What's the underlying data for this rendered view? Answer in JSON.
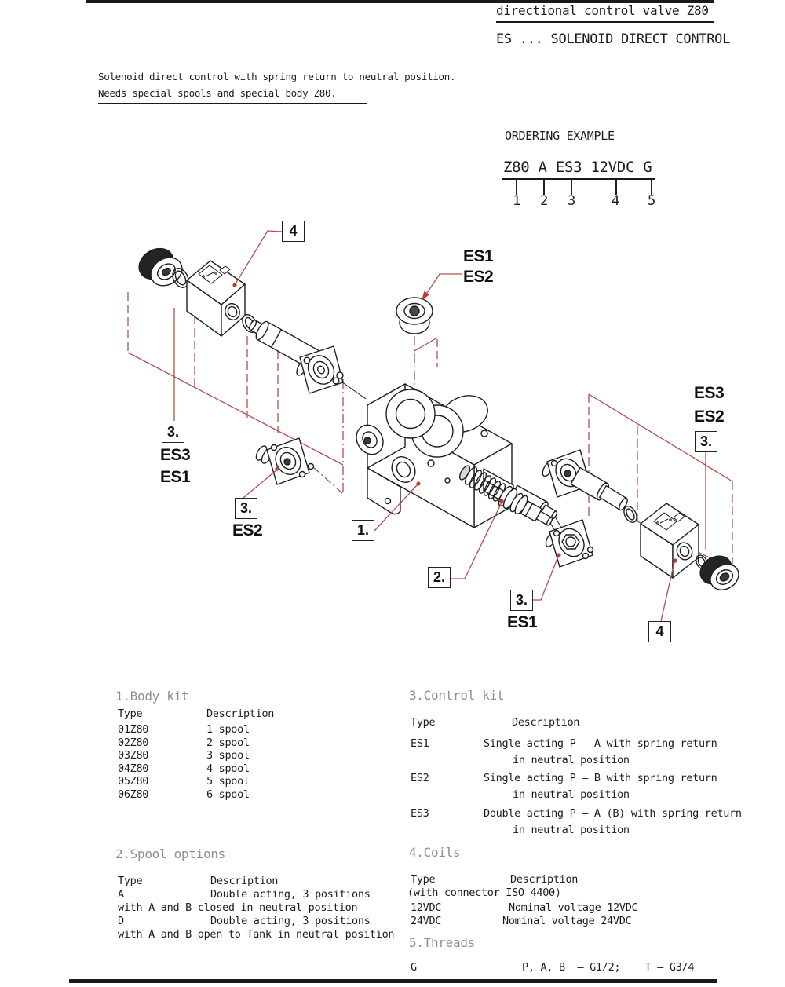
{
  "header": {
    "title": "directional control valve Z80",
    "subtitle": "ES ... SOLENOID DIRECT CONTROL",
    "intro_line1": "Solenoid direct control with spring return to neutral position.",
    "intro_line2": "Needs special spools and special body Z80."
  },
  "ordering": {
    "heading": "ORDERING EXAMPLE",
    "code": "Z80 A ES3 12VDC G",
    "positions": [
      "1",
      "2",
      "3",
      "4",
      "5"
    ]
  },
  "diagram": {
    "boxes": {
      "body": "1.",
      "spool": "2.",
      "control": "3.",
      "coil": "4"
    },
    "tags": {
      "es1": "ES1",
      "es2": "ES2",
      "es3": "ES3"
    }
  },
  "sections": {
    "body_kit": {
      "title": "1.Body kit",
      "type_header": "Type",
      "desc_header": "Description",
      "rows": [
        {
          "type": "01Z80",
          "desc": "1 spool"
        },
        {
          "type": "02Z80",
          "desc": "2 spool"
        },
        {
          "type": "03Z80",
          "desc": "3 spool"
        },
        {
          "type": "04Z80",
          "desc": "4 spool"
        },
        {
          "type": "05Z80",
          "desc": "5 spool"
        },
        {
          "type": "06Z80",
          "desc": "6 spool"
        }
      ]
    },
    "spool_options": {
      "title": "2.Spool options",
      "type_header": "Type",
      "desc_header": "Description",
      "rows": [
        {
          "type": "A",
          "desc": "Double acting, 3 positions",
          "cont": "with A and B closed in neutral position"
        },
        {
          "type": "D",
          "desc": "Double acting, 3 positions",
          "cont": "with A and B open to Tank in neutral position"
        }
      ]
    },
    "control_kit": {
      "title": "3.Control kit",
      "type_header": "Type",
      "desc_header": "Description",
      "rows": [
        {
          "type": "ES1",
          "line1": "Single acting P – A with spring return",
          "line2": "in neutral position"
        },
        {
          "type": "ES2",
          "line1": "Single acting P – B with spring return",
          "line2": "in neutral position"
        },
        {
          "type": "ES3",
          "line1": "Double acting P – A (B) with spring return",
          "line2": "in neutral position"
        }
      ]
    },
    "coils": {
      "title": "4.Coils",
      "type_header": "Type",
      "desc_header": "Description",
      "note": "(with connector ISO 4400)",
      "rows": [
        {
          "type": "12VDC",
          "desc": "Nominal voltage 12VDC"
        },
        {
          "type": "24VDC",
          "desc": "Nominal voltage 24VDC"
        }
      ]
    },
    "threads": {
      "title": "5.Threads",
      "rows": [
        {
          "type": "G",
          "desc": "P, A, B  – G1/2;    T – G3/4"
        }
      ]
    }
  },
  "colors": {
    "red": "#b1504a",
    "gray_title": "#8e8e8e",
    "ink": "#1d1d1d"
  }
}
